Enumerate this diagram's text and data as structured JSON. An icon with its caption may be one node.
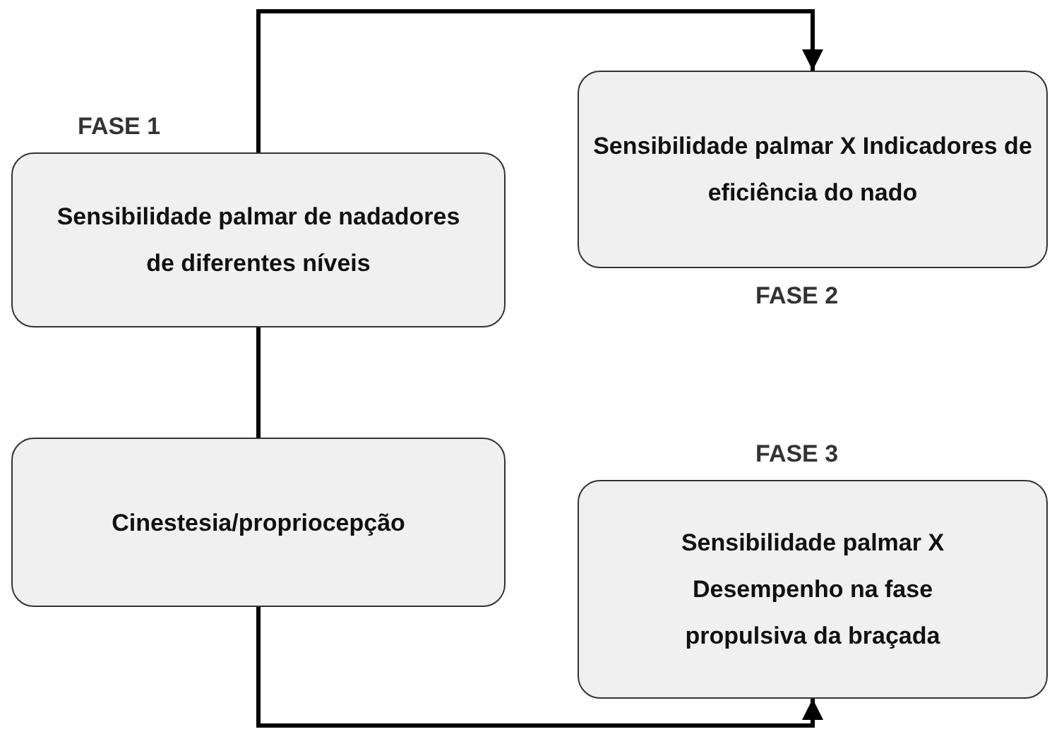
{
  "diagram": {
    "nodes": [
      {
        "text": [
          "FASE 1",
          "Sensibilidade palmar de nadadores de diferentes níveis"
        ]
      },
      {
        "text": [
          "Sensibilidade palmar X Indicadores de eficiência do nado",
          "FASE 2"
        ]
      },
      {
        "text": [
          "Cinestesia/propriocepção"
        ]
      },
      {
        "text": [
          "FASE 3",
          "Sensibilidade palmar X Desempenho na fase propulsiva da braçada"
        ]
      }
    ],
    "edges": [
      {
        "from": 0,
        "to": 1,
        "arrow": "to"
      },
      {
        "from": 0,
        "to": 2,
        "arrow": "none"
      },
      {
        "from": 2,
        "to": 3,
        "arrow": "to"
      }
    ]
  }
}
